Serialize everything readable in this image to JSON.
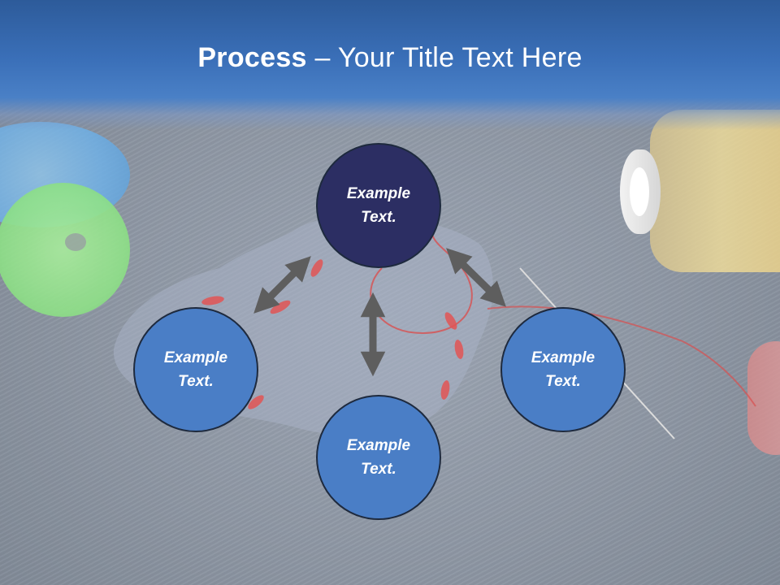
{
  "slide": {
    "title_bold": "Process",
    "title_rest": " – Your Title Text Here"
  },
  "nodes": {
    "top": "Example Text.",
    "left": "Example Text.",
    "right": "Example Text.",
    "bottom": "Example Text."
  },
  "colors": {
    "header": "#3a6fb8",
    "node_primary": "#2c2e63",
    "node_secondary": "#4a7ec6",
    "arrow": "#5e5e5e"
  }
}
